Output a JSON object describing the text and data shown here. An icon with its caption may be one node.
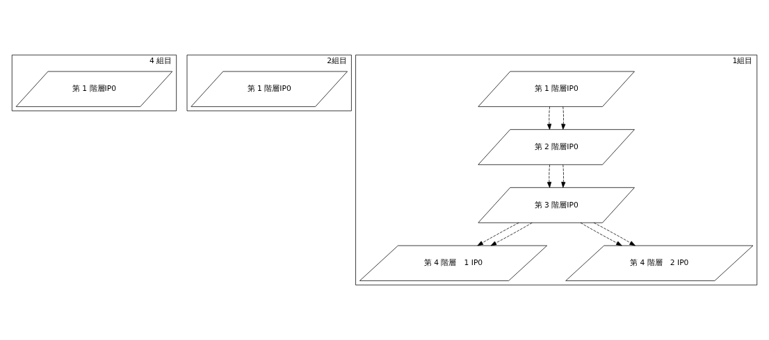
{
  "diagram": {
    "nodes": [
      {
        "text": [
          "4 組目"
        ]
      },
      {
        "text": [
          "第 1 階層IP0"
        ],
        "in": 0
      },
      {
        "text": [
          "2組目"
        ]
      },
      {
        "text": [
          "第 1 階層IP0"
        ],
        "in": 2
      },
      {
        "text": [
          "1組目"
        ]
      },
      {
        "text": [
          "第 1 階層IP0"
        ],
        "in": 4
      },
      {
        "text": [
          "第 2 階層IP0"
        ],
        "in": 4
      },
      {
        "text": [
          "第 3 階層IP0"
        ],
        "in": 4
      },
      {
        "text": [
          "第 4 階層　1 IP0"
        ],
        "in": 4
      },
      {
        "text": [
          "第 4 階層　2 IP0"
        ],
        "in": 4
      }
    ],
    "edges": [
      {
        "from": 5,
        "to": 6,
        "arrow": "to",
        "style": "dashed"
      },
      {
        "from": 5,
        "to": 6,
        "arrow": "to",
        "style": "dashed"
      },
      {
        "from": 6,
        "to": 7,
        "arrow": "to",
        "style": "dashed"
      },
      {
        "from": 6,
        "to": 7,
        "arrow": "to",
        "style": "dashed"
      },
      {
        "from": 7,
        "to": 8,
        "arrow": "to",
        "style": "dashed"
      },
      {
        "from": 7,
        "to": 8,
        "arrow": "to",
        "style": "dashed"
      },
      {
        "from": 7,
        "to": 9,
        "arrow": "to",
        "style": "dashed"
      },
      {
        "from": 7,
        "to": 9,
        "arrow": "to",
        "style": "dashed"
      }
    ]
  }
}
